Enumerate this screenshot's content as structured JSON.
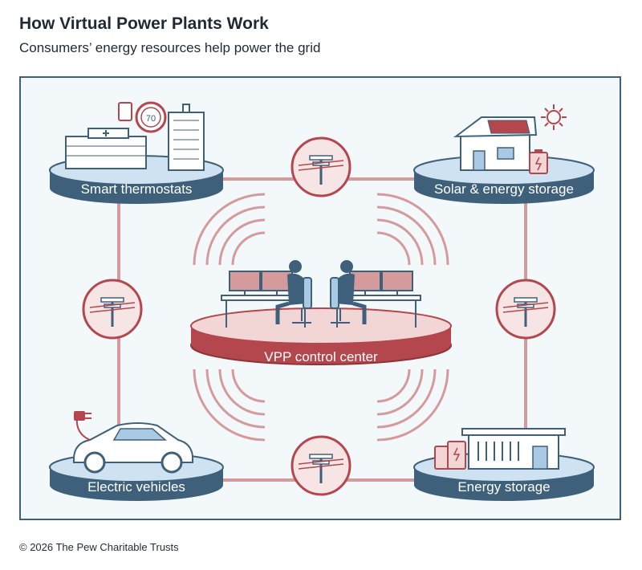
{
  "header": {
    "title": "How Virtual Power Plants Work",
    "subtitle": "Consumers’ energy resources help power the grid"
  },
  "nodes": {
    "thermostats": "Smart thermostats",
    "solar": "Solar & energy storage",
    "control": "VPP control center",
    "ev": "Electric vehicles",
    "storage": "Energy storage"
  },
  "thermostat_reading": "70",
  "footer": "© 2026 The Pew Charitable Trusts",
  "colors": {
    "navy": "#3f607b",
    "blue_fill": "#a9c9e4",
    "red": "#b3474d",
    "red_fill": "#d59a9c",
    "pale_red": "#f7e4e4",
    "background": "#f3f8fb"
  }
}
